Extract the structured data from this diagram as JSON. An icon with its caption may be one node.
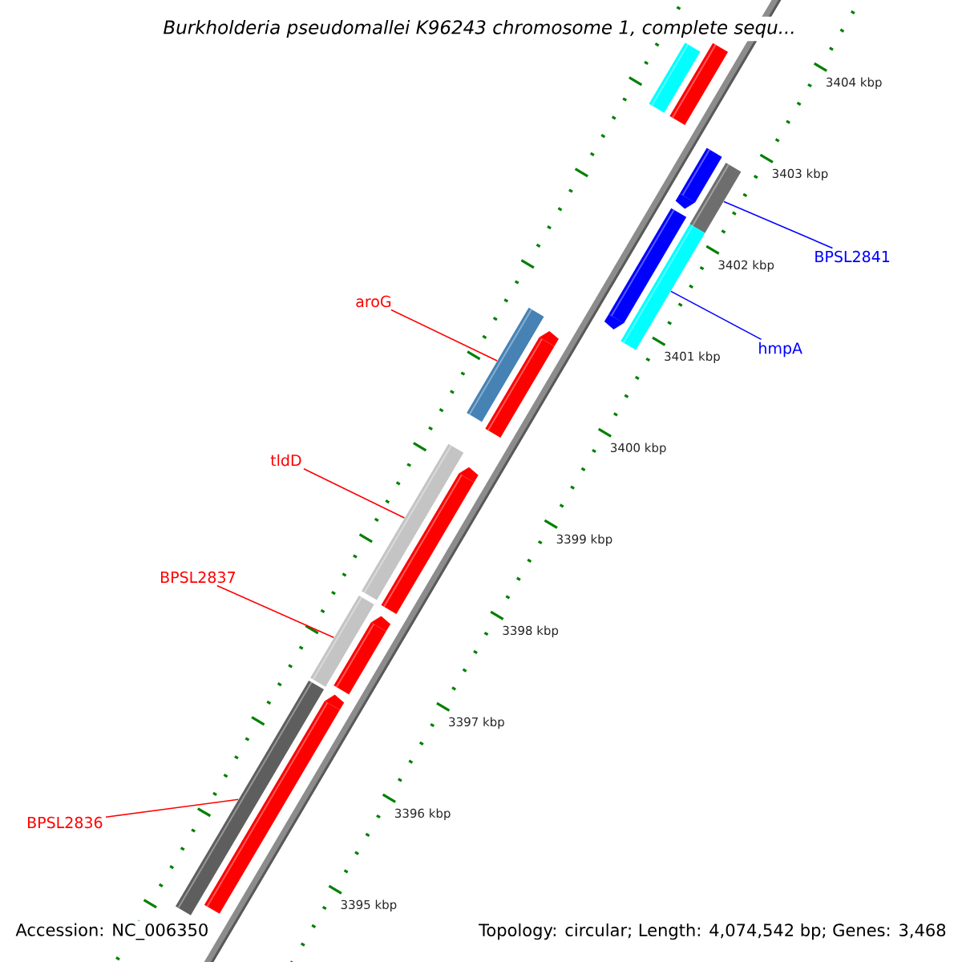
{
  "diagram": {
    "title": "Burkholderia pseudomallei K96243 chromosome 1, complete sequ...",
    "nodes": [
      {
        "text": [
          "BPSL2841"
        ]
      },
      {
        "text": [
          "hmpA"
        ]
      },
      {
        "text": [
          "aroG"
        ]
      },
      {
        "text": [
          "tldD"
        ]
      },
      {
        "text": [
          "BPSL2837"
        ]
      },
      {
        "text": [
          "BPSL2836"
        ]
      },
      {
        "text": [],
        "shape": "bar"
      },
      {
        "text": [],
        "shape": "bar"
      },
      {
        "text": [],
        "shape": "bar"
      },
      {
        "text": [],
        "shape": "bar"
      },
      {
        "text": [],
        "shape": "bar"
      },
      {
        "text": [],
        "shape": "bar"
      },
      {
        "text": [],
        "shape": "bar"
      },
      {
        "text": [],
        "shape": "bar"
      },
      {
        "text": [],
        "shape": "bar"
      },
      {
        "text": [],
        "shape": "bar"
      },
      {
        "text": [],
        "shape": "bar"
      },
      {
        "text": [],
        "shape": "bar"
      },
      {
        "text": [],
        "shape": "bar"
      },
      {
        "text": [],
        "shape": "bar"
      }
    ],
    "edges": [
      {
        "from": 0,
        "to": 9,
        "arrow": "none",
        "color": "#0000ff"
      },
      {
        "from": 1,
        "to": 11,
        "arrow": "none",
        "color": "#0000ff"
      },
      {
        "from": 2,
        "to": 12,
        "arrow": "none"
      },
      {
        "from": 3,
        "to": 14,
        "arrow": "none"
      },
      {
        "from": 4,
        "to": 16,
        "arrow": "none"
      },
      {
        "from": 5,
        "to": 18,
        "arrow": "none"
      }
    ],
    "labels": [
      "3404 kbp",
      "3403 kbp",
      "3402 kbp",
      "3401 kbp",
      "3400 kbp",
      "3399 kbp",
      "3398 kbp",
      "3397 kbp",
      "3396 kbp",
      "3395 kbp",
      "Accession: NC_006350",
      "Topology: circular; Length: 4,074,542 bp; Genes: 3,468"
    ]
  }
}
